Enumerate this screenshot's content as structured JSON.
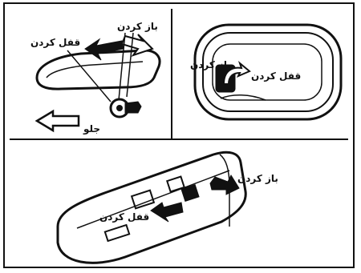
{
  "panels": {
    "top_left": {
      "lock_label": "قفل کردن",
      "unlock_label": "باز کردن",
      "front_label": "جلو"
    },
    "top_right": {
      "lock_label": "قفل کردن",
      "unlock_label": "باز کردن"
    },
    "bottom": {
      "unlock_label": "باز کردن",
      "lock_label": "قفل کردن"
    }
  }
}
